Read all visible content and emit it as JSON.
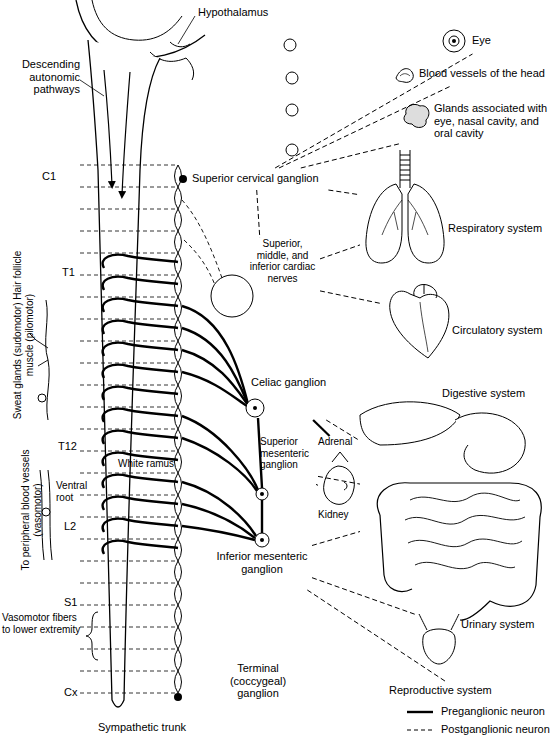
{
  "diagram": {
    "nodes": [
      {
        "text": [
          "Eye"
        ]
      },
      {
        "text": [
          "Blood vessels of the head"
        ]
      },
      {
        "text": [
          "Glands associated with eye, nasal cavity, and oral cavity"
        ]
      },
      {
        "text": [
          "Superior cervical ganglion"
        ]
      },
      {
        "text": [
          "Respiratory system"
        ]
      },
      {
        "text": [
          "Superior, middle, and inferior cardiac nerves"
        ]
      },
      {
        "text": [
          "Circulatory system"
        ]
      },
      {
        "text": [
          "Celiac ganglion"
        ]
      },
      {
        "text": [
          "Digestive system"
        ]
      },
      {
        "text": [
          "Adrenal"
        ]
      },
      {
        "text": [
          "Superior mesenteric ganglion"
        ]
      },
      {
        "text": [
          "Kidney"
        ]
      },
      {
        "text": [
          "Inferior mesenteric ganglion"
        ]
      },
      {
        "text": [
          "Urinary system"
        ]
      },
      {
        "text": [
          "Terminal (coccygeal) ganglion"
        ]
      },
      {
        "text": [
          "Reproductive system"
        ]
      }
    ],
    "edges": [
      {
        "from": 3,
        "to": 0,
        "arrow": "none"
      },
      {
        "from": 3,
        "to": 1,
        "arrow": "none"
      },
      {
        "from": 3,
        "to": 2,
        "arrow": "none"
      },
      {
        "from": 3,
        "to": 4,
        "arrow": "none"
      },
      {
        "from": 3,
        "to": 5,
        "arrow": "none"
      },
      {
        "from": 5,
        "to": 4,
        "arrow": "none"
      },
      {
        "from": 5,
        "to": 6,
        "arrow": "none"
      },
      {
        "from": 7,
        "to": 8,
        "arrow": "none"
      },
      {
        "from": 7,
        "to": 9,
        "arrow": "none"
      },
      {
        "from": 10,
        "to": 8,
        "arrow": "none"
      },
      {
        "from": 10,
        "to": 11,
        "arrow": "none"
      },
      {
        "from": 12,
        "to": 8,
        "arrow": "none"
      },
      {
        "from": 12,
        "to": 13,
        "arrow": "none"
      },
      {
        "from": 12,
        "to": 15,
        "arrow": "none"
      }
    ],
    "labels": [
      "Hypothalamus",
      "Descending autonomic pathways",
      "C1",
      "Sweat glands (sudomotor) Hair follicle muscle (pilomotor)",
      "T1",
      "White ramus",
      "T12",
      "To peripheral blood vessels (vasomotor)",
      "Ventral root",
      "L2",
      "S1",
      "Vasomotor fibers to lower extremity",
      "Cx",
      "Sympathetic trunk"
    ],
    "legend": [
      {
        "text": "Preganglionic neuron"
      },
      {
        "text": "Postganglionic neuron"
      }
    ]
  }
}
